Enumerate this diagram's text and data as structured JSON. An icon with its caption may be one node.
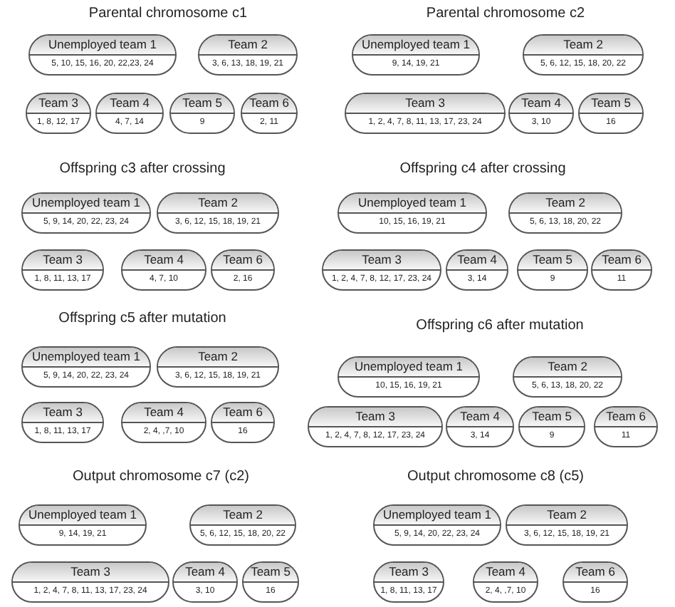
{
  "diagram": {
    "nodes": [
      {
        "text": [
          "Unemployed team 1",
          "5, 10, 15, 16, 20, 22,23, 24"
        ]
      },
      {
        "text": [
          "Team 2",
          "3, 6, 13, 18, 19, 21"
        ]
      },
      {
        "text": [
          "Team 3",
          "1, 8, 12, 17"
        ]
      },
      {
        "text": [
          "Team 4",
          "4, 7, 14"
        ]
      },
      {
        "text": [
          "Team 5",
          "9"
        ]
      },
      {
        "text": [
          "Team 6",
          "2, 11"
        ]
      },
      {
        "text": [
          "Unemployed team 1",
          "9, 14, 19, 21"
        ]
      },
      {
        "text": [
          "Team 2",
          "5, 6, 12, 15, 18, 20, 22"
        ]
      },
      {
        "text": [
          "Team 3",
          "1, 2, 4, 7, 8, 11, 13, 17, 23, 24"
        ]
      },
      {
        "text": [
          "Team 4",
          "3, 10"
        ]
      },
      {
        "text": [
          "Team 5",
          "16"
        ]
      },
      {
        "text": [
          "Unemployed team 1",
          "5, 9, 14, 20, 22, 23, 24"
        ]
      },
      {
        "text": [
          "Team 2",
          "3, 6, 12, 15, 18, 19, 21"
        ]
      },
      {
        "text": [
          "Team 3",
          "1, 8, 11, 13, 17"
        ]
      },
      {
        "text": [
          "Team 4",
          "4, 7, 10"
        ]
      },
      {
        "text": [
          "Team 6",
          "2, 16"
        ]
      },
      {
        "text": [
          "Unemployed team 1",
          "10, 15, 16, 19, 21"
        ]
      },
      {
        "text": [
          "Team 2",
          "5, 6, 13, 18, 20, 22"
        ]
      },
      {
        "text": [
          "Team 3",
          "1, 2, 4, 7, 8, 12, 17, 23, 24"
        ]
      },
      {
        "text": [
          "Team 4",
          "3, 14"
        ]
      },
      {
        "text": [
          "Team 5",
          "9"
        ]
      },
      {
        "text": [
          "Team 6",
          "11"
        ]
      },
      {
        "text": [
          "Unemployed team 1",
          "5, 9, 14, 20, 22, 23, 24"
        ]
      },
      {
        "text": [
          "Team 2",
          "3, 6, 12, 15, 18, 19, 21"
        ]
      },
      {
        "text": [
          "Team 3",
          "1, 8, 11, 13, 17"
        ]
      },
      {
        "text": [
          "Team 4",
          "2, 4, ,7, 10"
        ]
      },
      {
        "text": [
          "Team 6",
          "16"
        ]
      },
      {
        "text": [
          "Unemployed team 1",
          "10, 15, 16, 19, 21"
        ]
      },
      {
        "text": [
          "Team 2",
          "5, 6, 13, 18, 20, 22"
        ]
      },
      {
        "text": [
          "Team 3",
          "1, 2, 4, 7, 8, 12, 17, 23, 24"
        ]
      },
      {
        "text": [
          "Team 4",
          "3, 14"
        ]
      },
      {
        "text": [
          "Team 5",
          "9"
        ]
      },
      {
        "text": [
          "Team 6",
          "11"
        ]
      },
      {
        "text": [
          "Unemployed team 1",
          "9, 14, 19, 21"
        ]
      },
      {
        "text": [
          "Team 2",
          "5, 6, 12, 15, 18, 20, 22"
        ]
      },
      {
        "text": [
          "Team 3",
          "1, 2, 4, 7, 8, 11, 13, 17, 23, 24"
        ]
      },
      {
        "text": [
          "Team 4",
          "3, 10"
        ]
      },
      {
        "text": [
          "Team 5",
          "16"
        ]
      },
      {
        "text": [
          "Unemployed team 1",
          "5, 9, 14, 20, 22, 23, 24"
        ]
      },
      {
        "text": [
          "Team 2",
          "3, 6, 12, 15, 18, 19, 21"
        ]
      },
      {
        "text": [
          "Team 3",
          "1, 8, 11, 13, 17"
        ]
      },
      {
        "text": [
          "Team 4",
          "2, 4, ,7, 10"
        ]
      },
      {
        "text": [
          "Team 6",
          "16"
        ]
      }
    ],
    "labels": [
      "Parental chromosome c1",
      "Parental chromosome c2",
      "Offspring c3 after crossing",
      "Offspring c4 after crossing",
      "Offspring c5 after mutation",
      "Offspring c6 after mutation",
      "Output chromosome c7 (c2)",
      "Output chromosome c8 (c5)"
    ]
  }
}
